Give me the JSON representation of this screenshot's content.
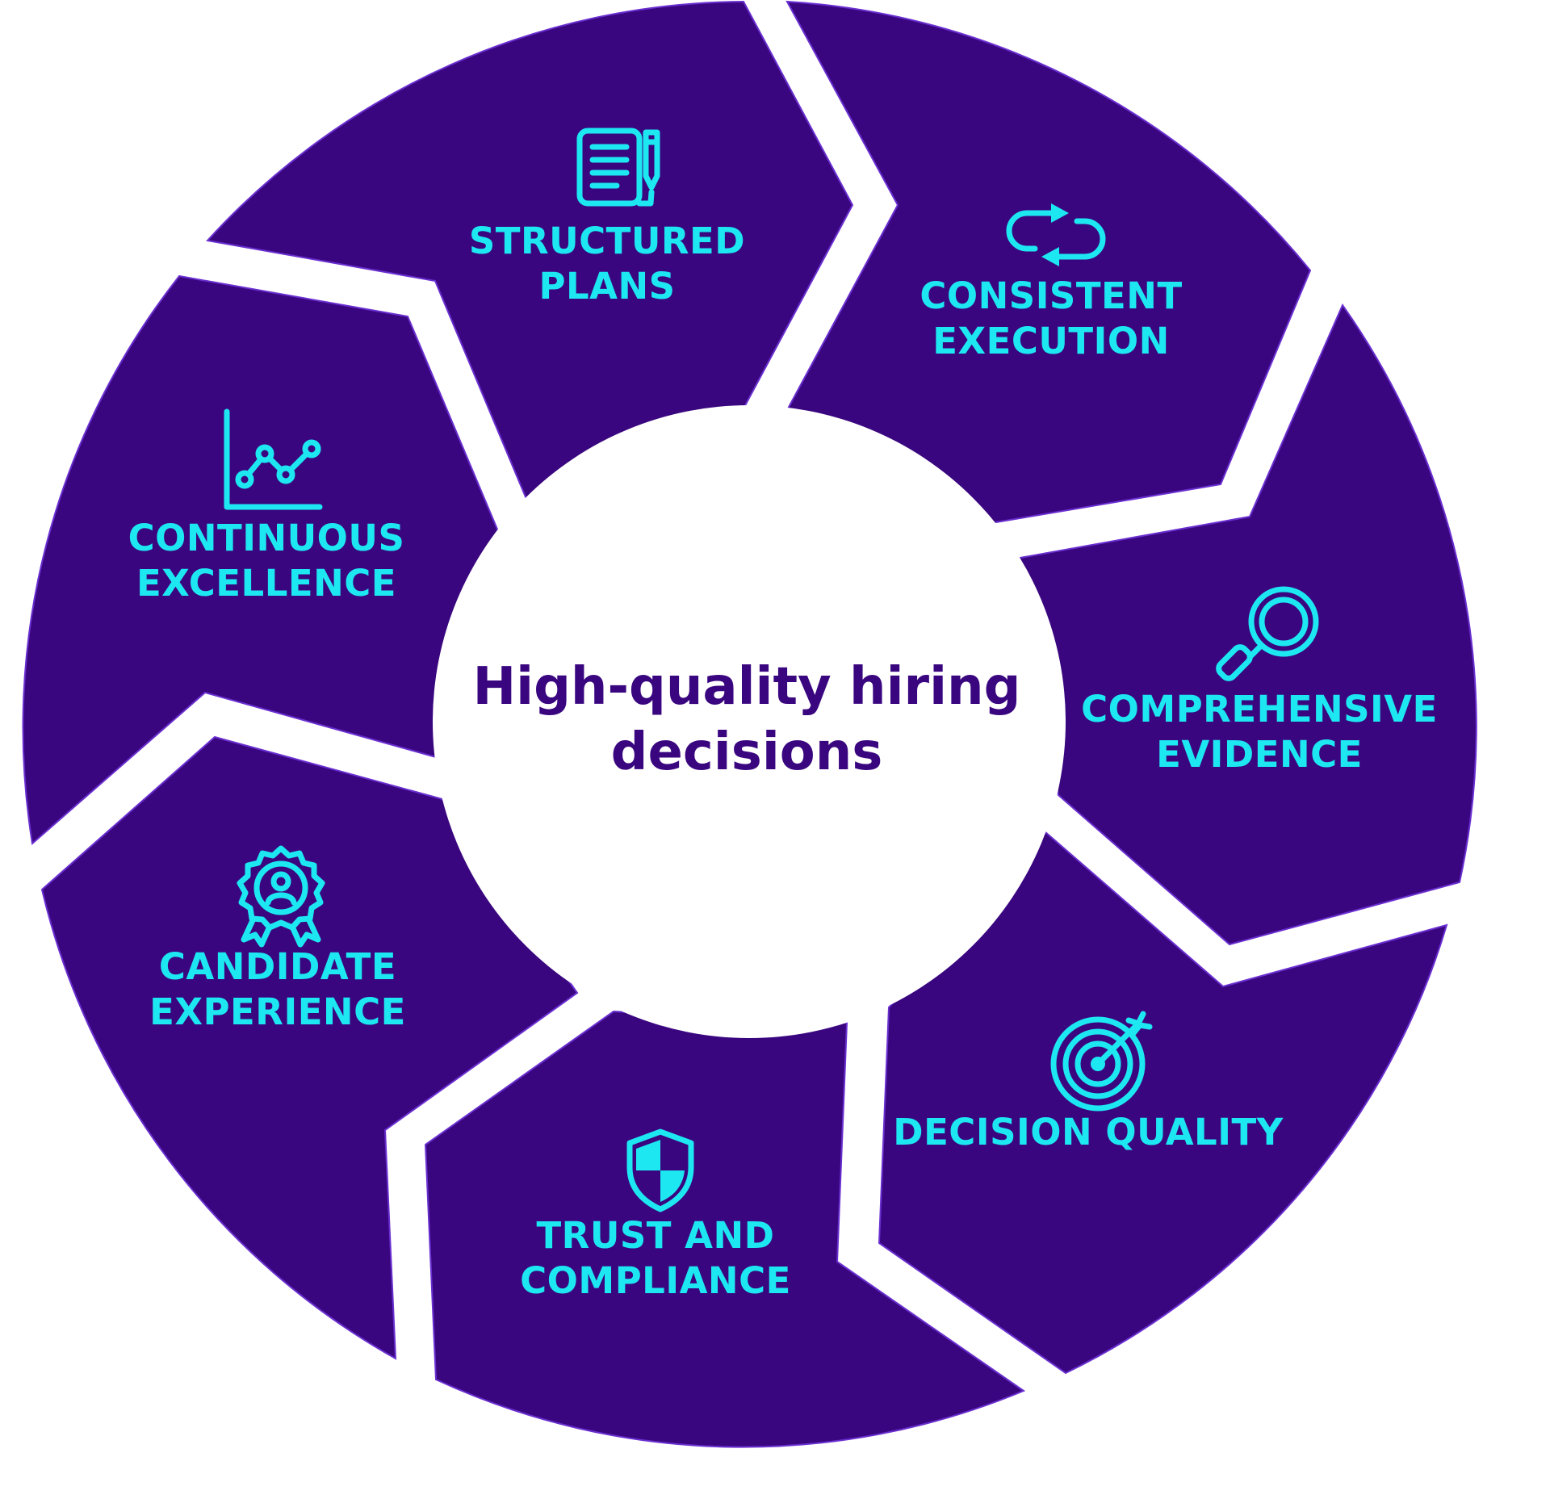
{
  "colors": {
    "segment_fill": "#3a0680",
    "segment_outline": "#6a2fd0",
    "accent": "#1de8f2",
    "center_text": "#3a0680",
    "background": "#ffffff"
  },
  "center": {
    "line1": "High-quality hiring",
    "line2": "decisions"
  },
  "segments": [
    {
      "icon": "document-pencil-icon",
      "line1": "STRUCTURED",
      "line2": "PLANS"
    },
    {
      "icon": "repeat-cycle-icon",
      "line1": "CONSISTENT",
      "line2": "EXECUTION"
    },
    {
      "icon": "magnifier-icon",
      "line1": "COMPREHENSIVE",
      "line2": "EVIDENCE"
    },
    {
      "icon": "target-arrow-icon",
      "line1": "DECISION QUALITY",
      "line2": ""
    },
    {
      "icon": "shield-icon",
      "line1": "TRUST AND",
      "line2": "COMPLIANCE"
    },
    {
      "icon": "award-badge-icon",
      "line1": "CANDIDATE",
      "line2": "EXPERIENCE"
    },
    {
      "icon": "line-chart-icon",
      "line1": "CONTINUOUS",
      "line2": "EXCELLENCE"
    }
  ]
}
